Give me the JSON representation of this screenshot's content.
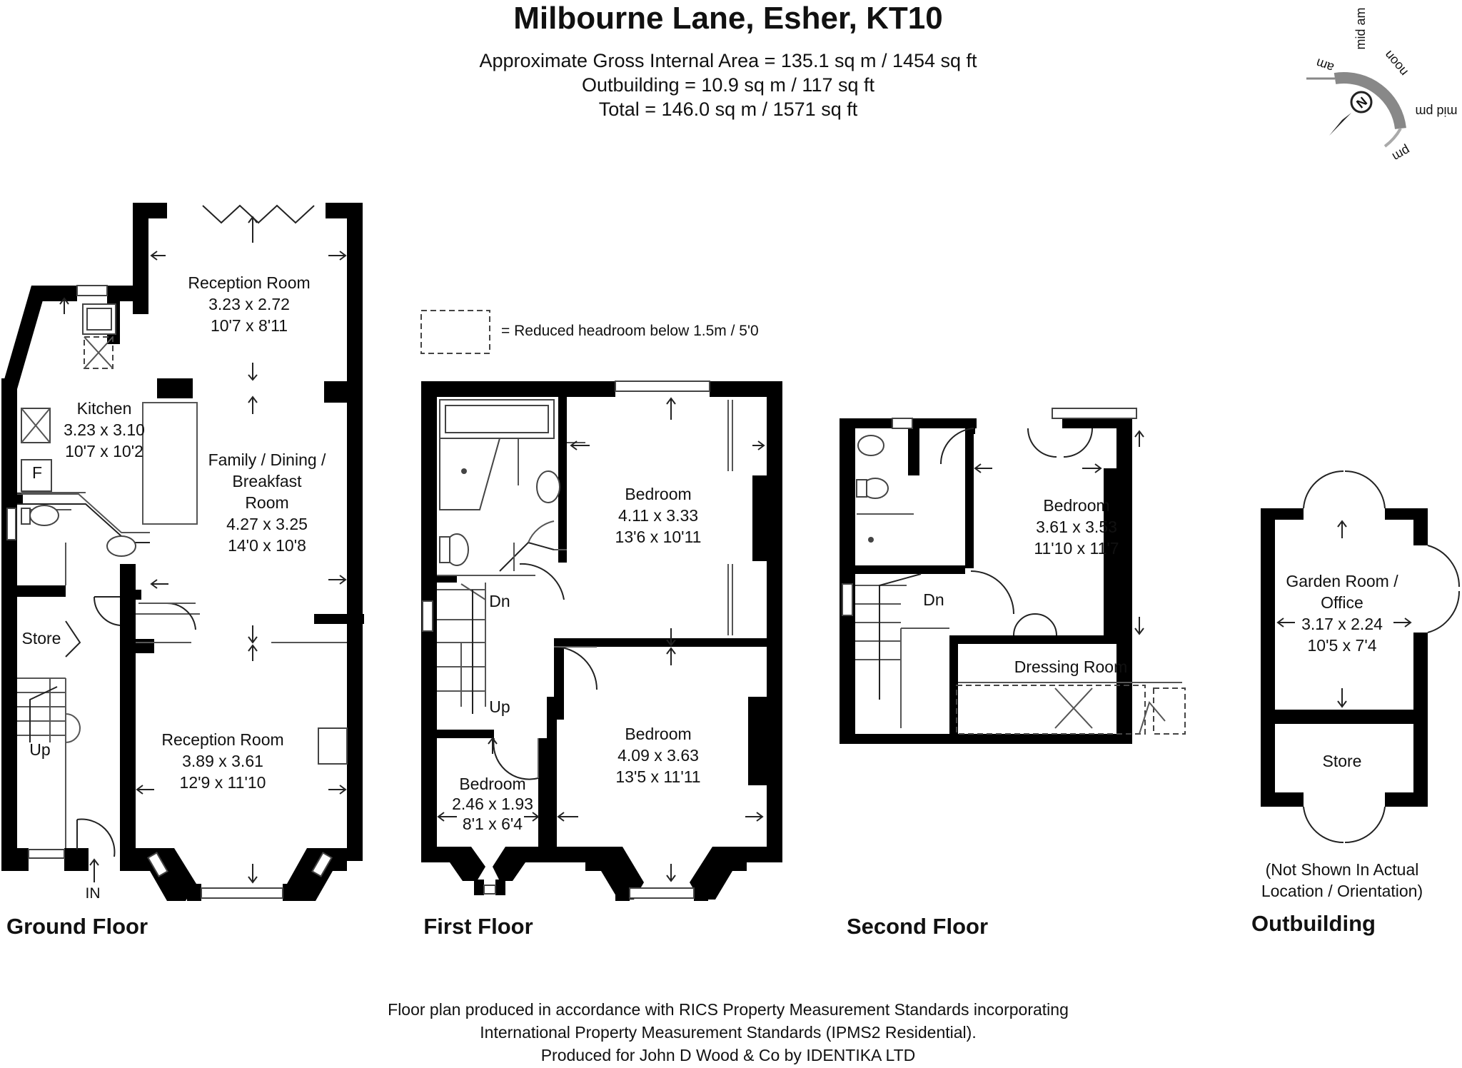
{
  "header": {
    "title": "Milbourne Lane, Esher, KT10",
    "area_lines": [
      "Approximate Gross Internal Area = 135.1 sq m / 1454 sq ft",
      "Outbuilding = 10.9 sq m / 117 sq ft",
      "Total = 146.0 sq m / 1571 sq ft"
    ]
  },
  "compass": {
    "north": "N",
    "labels": [
      "am",
      "mid am",
      "noon",
      "mid pm",
      "pm"
    ]
  },
  "legend": {
    "text": "= Reduced headroom below 1.5m / 5'0"
  },
  "floors": {
    "ground": {
      "title": "Ground Floor",
      "rooms": [
        {
          "name": "Reception Room",
          "metric": "3.23 x 2.72",
          "imperial": "10'7 x 8'11"
        },
        {
          "name": "Kitchen",
          "metric": "3.23 x 3.10",
          "imperial": "10'7 x 10'2"
        },
        {
          "name_lines": [
            "Family / Dining /",
            "Breakfast",
            "Room"
          ],
          "metric": "4.27 x 3.25",
          "imperial": "14'0 x 10'8"
        },
        {
          "name": "Reception Room",
          "metric": "3.89 x 3.61",
          "imperial": "12'9 x 11'10"
        }
      ],
      "labels": {
        "fridge": "F",
        "store": "Store",
        "up": "Up",
        "entrance": "IN"
      }
    },
    "first": {
      "title": "First Floor",
      "rooms": [
        {
          "name": "Bedroom",
          "metric": "4.11 x 3.33",
          "imperial": "13'6 x 10'11"
        },
        {
          "name": "Bedroom",
          "metric": "4.09 x 3.63",
          "imperial": "13'5 x 11'11"
        },
        {
          "name": "Bedroom",
          "metric": "2.46 x 1.93",
          "imperial": "8'1 x 6'4"
        }
      ],
      "labels": {
        "down": "Dn",
        "up": "Up"
      }
    },
    "second": {
      "title": "Second Floor",
      "rooms": [
        {
          "name": "Bedroom",
          "metric": "3.61 x 3.53",
          "imperial": "11'10 x 11'7"
        },
        {
          "name": "Dressing Room"
        }
      ],
      "labels": {
        "down": "Dn"
      }
    },
    "outbuilding": {
      "title": "Outbuilding",
      "rooms": [
        {
          "name_lines": [
            "Garden Room /",
            "Office"
          ],
          "metric": "3.17 x 2.24",
          "imperial": "10'5 x 7'4"
        },
        {
          "name": "Store"
        }
      ],
      "note_lines": [
        "(Not Shown In Actual",
        "Location / Orientation)"
      ]
    }
  },
  "footer": {
    "lines": [
      "Floor plan produced in accordance with RICS Property Measurement Standards incorporating",
      "International Property Measurement Standards (IPMS2 Residential).",
      "Produced for John D Wood & Co by IDENTIKA LTD"
    ]
  }
}
